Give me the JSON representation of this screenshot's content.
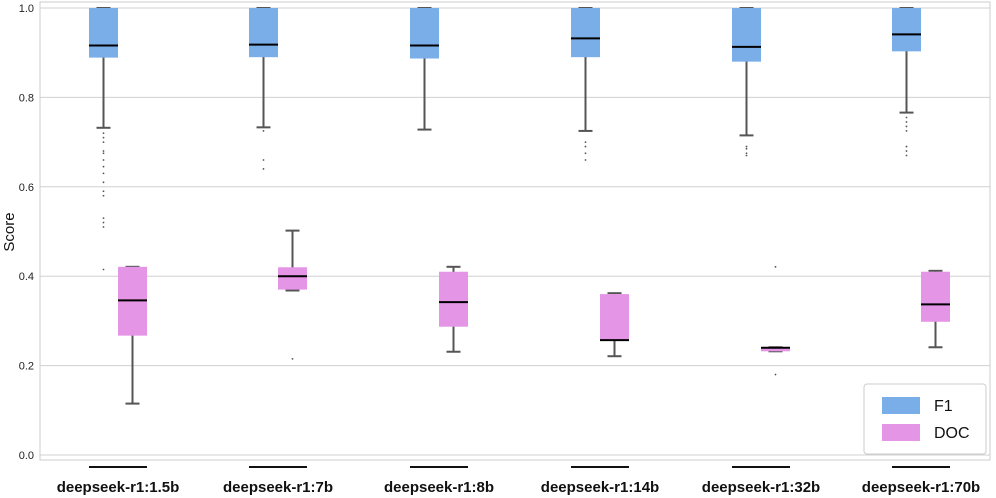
{
  "chart_data": {
    "type": "box",
    "ylabel": "Score",
    "xlabel": "",
    "ylim": [
      0.0,
      1.0
    ],
    "yticks": [
      "0.0",
      "0.2",
      "0.4",
      "0.6",
      "0.8",
      "1.0"
    ],
    "grid": "horizontal",
    "legend_position": "bottom-right",
    "categories": [
      "deepseek-r1:1.5b",
      "deepseek-r1:7b",
      "deepseek-r1:8b",
      "deepseek-r1:14b",
      "deepseek-r1:32b",
      "deepseek-r1:70b"
    ],
    "series": [
      {
        "name": "F1",
        "color": "#7aaee8",
        "boxes": [
          {
            "whisker_low": 0.732,
            "q1": 0.889,
            "median": 0.916,
            "q3": 1.0,
            "whisker_high": 1.0,
            "outliers": [
              0.808,
              0.72,
              0.71,
              0.7,
              0.68,
              0.675,
              0.66,
              0.645,
              0.63,
              0.61,
              0.59,
              0.58,
              0.53,
              0.52,
              0.51,
              0.415
            ]
          },
          {
            "whisker_low": 0.733,
            "q1": 0.89,
            "median": 0.918,
            "q3": 1.0,
            "whisker_high": 1.0,
            "outliers": [
              0.725,
              0.66,
              0.64
            ]
          },
          {
            "whisker_low": 0.728,
            "q1": 0.887,
            "median": 0.916,
            "q3": 1.0,
            "whisker_high": 1.0,
            "outliers": []
          },
          {
            "whisker_low": 0.725,
            "q1": 0.89,
            "median": 0.932,
            "q3": 1.0,
            "whisker_high": 1.0,
            "outliers": [
              0.738,
              0.7,
              0.69,
              0.675,
              0.66
            ]
          },
          {
            "whisker_low": 0.715,
            "q1": 0.88,
            "median": 0.913,
            "q3": 1.0,
            "whisker_high": 1.0,
            "outliers": [
              0.69,
              0.685,
              0.675,
              0.67
            ]
          },
          {
            "whisker_low": 0.766,
            "q1": 0.903,
            "median": 0.941,
            "q3": 1.0,
            "whisker_high": 1.0,
            "outliers": [
              0.808,
              0.755,
              0.745,
              0.735,
              0.725,
              0.69,
              0.68,
              0.67
            ]
          }
        ]
      },
      {
        "name": "DOC",
        "color": "#e595e6",
        "boxes": [
          {
            "whisker_low": 0.115,
            "q1": 0.267,
            "median": 0.346,
            "q3": 0.421,
            "whisker_high": 0.421,
            "outliers": []
          },
          {
            "whisker_low": 0.368,
            "q1": 0.37,
            "median": 0.4,
            "q3": 0.42,
            "whisker_high": 0.502,
            "outliers": [
              0.215
            ]
          },
          {
            "whisker_low": 0.231,
            "q1": 0.287,
            "median": 0.342,
            "q3": 0.41,
            "whisker_high": 0.421,
            "outliers": []
          },
          {
            "whisker_low": 0.221,
            "q1": 0.255,
            "median": 0.257,
            "q3": 0.36,
            "whisker_high": 0.362,
            "outliers": []
          },
          {
            "whisker_low": 0.232,
            "q1": 0.232,
            "median": 0.24,
            "q3": 0.241,
            "whisker_high": 0.241,
            "outliers": [
              0.421,
              0.18
            ]
          },
          {
            "whisker_low": 0.241,
            "q1": 0.298,
            "median": 0.337,
            "q3": 0.41,
            "whisker_high": 0.412,
            "outliers": []
          }
        ]
      }
    ]
  }
}
